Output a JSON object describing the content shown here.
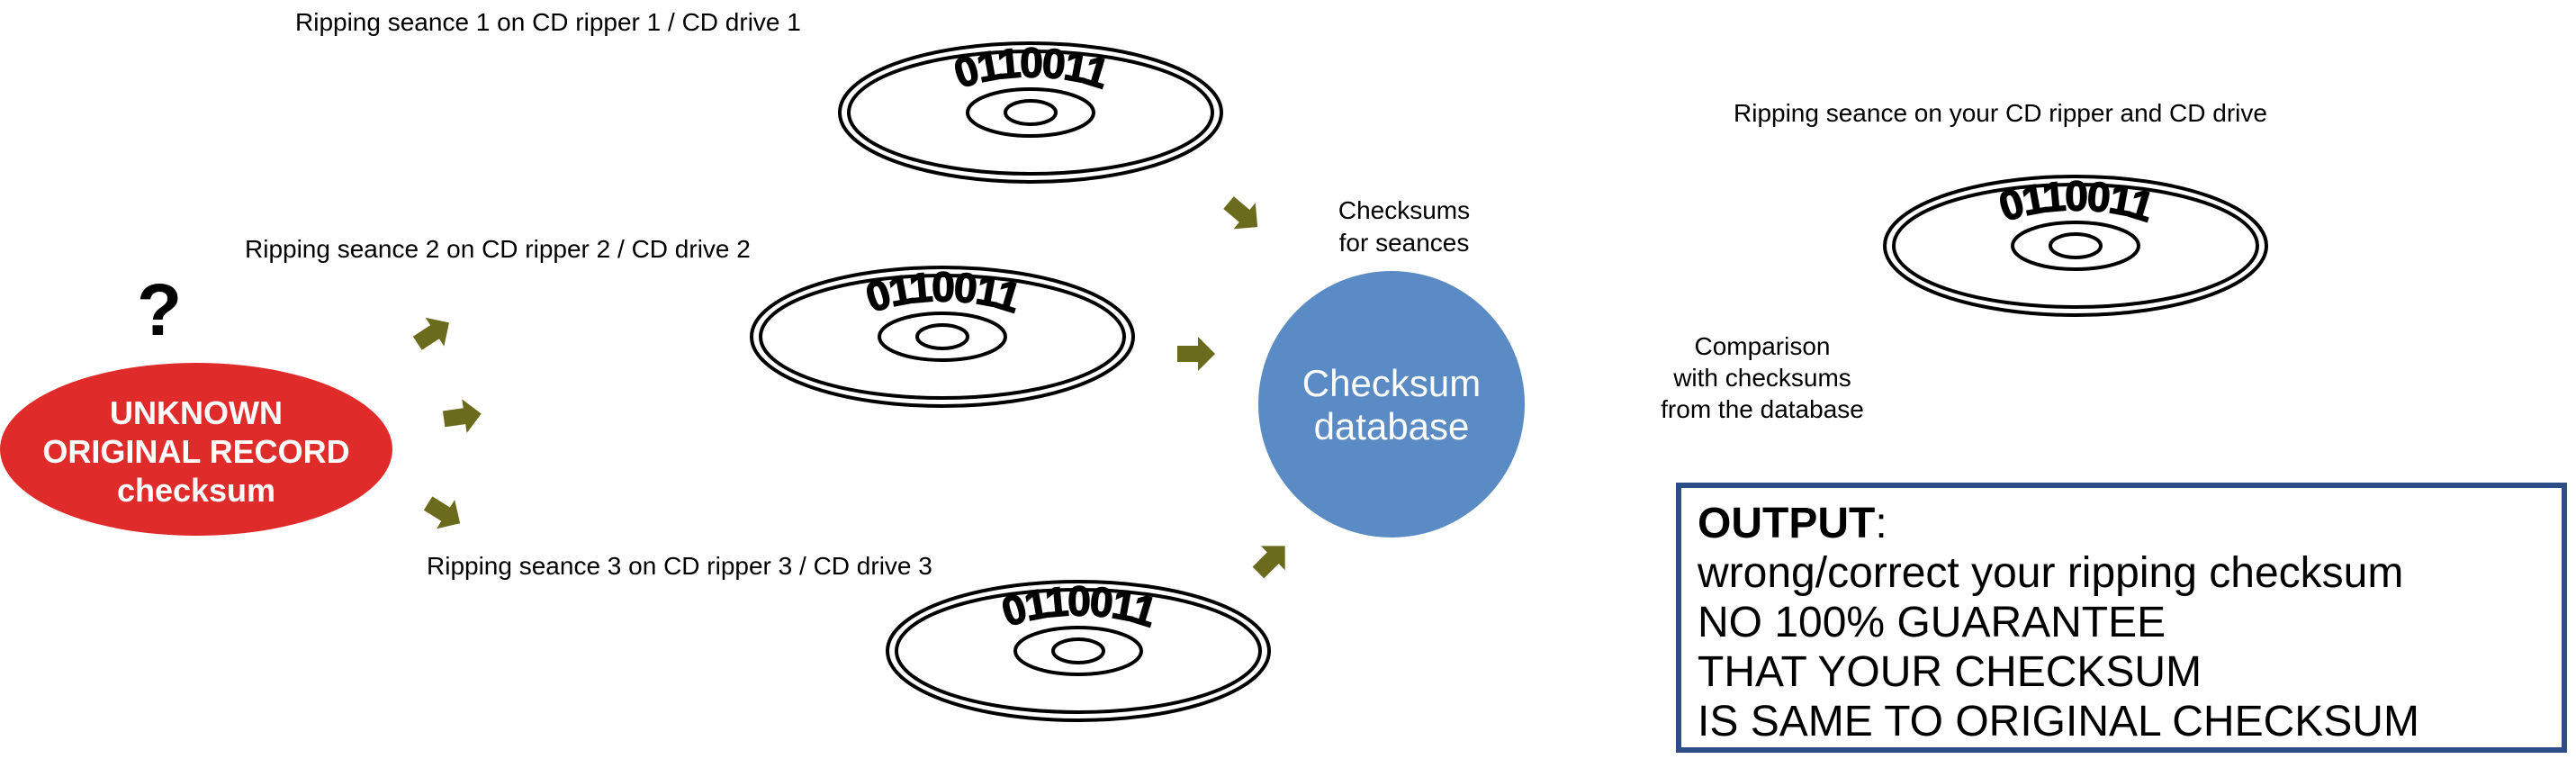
{
  "labels": {
    "seance1": "Ripping seance 1 on CD ripper 1 / CD drive 1",
    "seance2": "Ripping seance 2 on CD ripper 2 / CD drive 2",
    "seance3": "Ripping seance 3 on CD ripper 3 / CD drive 3",
    "your_seance": "Ripping seance on your CD ripper and CD drive",
    "checksums_for_seances": [
      "Checksums",
      "for seances"
    ],
    "comparison": [
      "Comparison",
      "with checksums",
      "from the database"
    ],
    "question_mark": "?"
  },
  "unknown_record": {
    "lines": [
      "UNKNOWN",
      "ORIGINAL RECORD",
      "checksum"
    ],
    "color": "#e02b2b"
  },
  "database": {
    "lines": [
      "Checksum",
      "database"
    ],
    "color": "#5b8bc4"
  },
  "disc_binary": "0110011",
  "arrow_color": "#6b6b1e",
  "output": {
    "title": "OUTPUT",
    "title_suffix": ":",
    "lines": [
      "wrong/correct your ripping checksum",
      "NO 100% GUARANTEE",
      "THAT YOUR CHECKSUM",
      "IS SAME TO ORIGINAL CHECKSUM"
    ],
    "border_color": "#2d4d86"
  }
}
